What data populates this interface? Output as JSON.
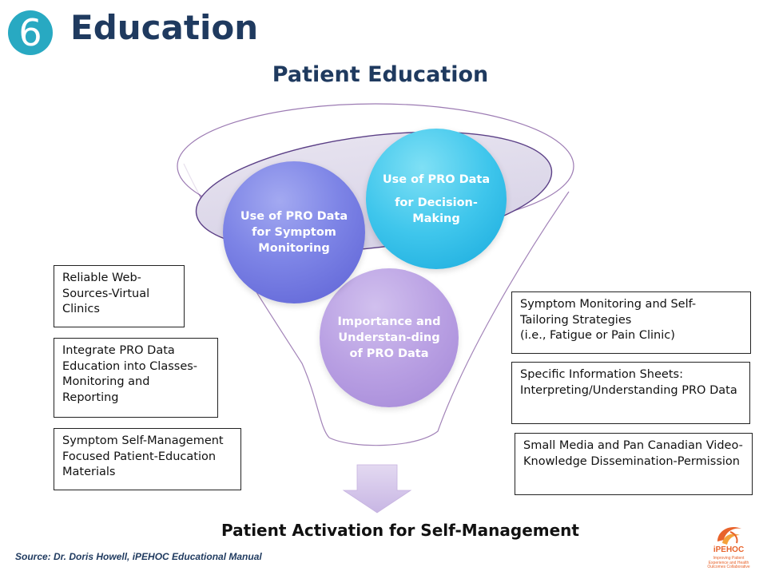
{
  "header": {
    "number": "6",
    "title": "Education",
    "subtitle": "Patient Education"
  },
  "funnel": {
    "circles": [
      {
        "text": "Use of PRO Data for Symptom Monitoring",
        "color": "#6e72e0"
      },
      {
        "line1": "Use of PRO Data",
        "line2": "for Decision-Making",
        "color": "#2fbde8"
      },
      {
        "text": "Importance and Understan-ding of PRO Data",
        "color": "#b497e0"
      }
    ],
    "output_label": "Patient Activation for Self-Management"
  },
  "left_boxes": [
    "Reliable Web-Sources-Virtual Clinics",
    "Integrate PRO Data Education into Classes-Monitoring and Reporting",
    "Symptom Self-Management Focused Patient-Education Materials"
  ],
  "right_boxes": [
    {
      "line1": "Symptom Monitoring and Self-Tailoring Strategies",
      "line2": "(i.e., Fatigue or Pain Clinic)"
    },
    {
      "text": "Specific Information Sheets: Interpreting/Understanding PRO Data"
    },
    {
      "text": "Small Media and Pan Canadian Video-Knowledge Dissemination-Permission"
    }
  ],
  "source": "Source: Dr. Doris Howell, iPEHOC Educational Manual",
  "logo": {
    "name": "iPEHOC",
    "fine": "Improving Patient Experience and Health Outcomes Collaborative"
  },
  "colors": {
    "title": "#1f3a5f",
    "number_badge": "#28a9c2",
    "funnel_outline": "#7b4f9a",
    "arrow": "#d4c4ea"
  }
}
